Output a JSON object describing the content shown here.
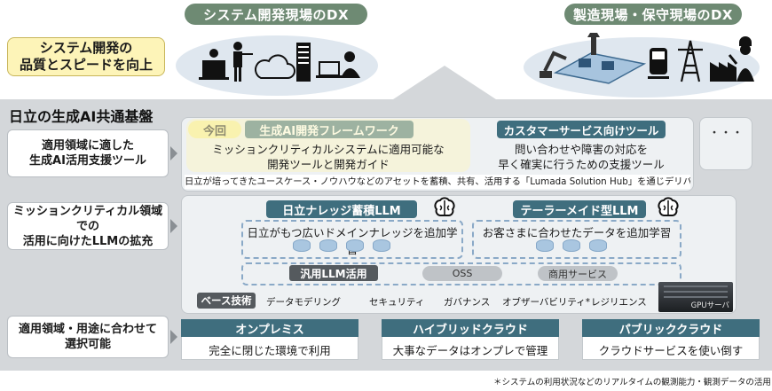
{
  "top": {
    "left_pill": "システム開発現場のDX",
    "right_pill": "製造現場・保守現場のDX",
    "callout_line1": "システム開発の",
    "callout_line2": "品質とスピードを向上"
  },
  "platform": {
    "title": "日立の生成AI共通基盤"
  },
  "rows": {
    "row1_label_line1": "適用領域に適した",
    "row1_label_line2": "生成AI活用支援ツール",
    "row2_label_line1": "ミッションクリティカル領域での",
    "row2_label_line2": "活用に向けたLLMの拡充",
    "row3_label_line1": "適用領域・用途に合わせて",
    "row3_label_line2": "選択可能"
  },
  "tools": {
    "now_badge": "今回",
    "framework_title": "生成AI開発フレームワーク",
    "framework_desc_line1": "ミッションクリティカルシステムに適用可能な",
    "framework_desc_line2": "開発ツールと開発ガイド",
    "cs_title": "カスタマーサービス向けツール",
    "cs_desc_line1": "問い合わせや障害の対応を",
    "cs_desc_line2": "早く確実に行うための支援ツール",
    "more": "・・・",
    "delivery_note": "日立が培ってきたユースケース・ノウハウなどのアセットを蓄積、共有、活用する「Lumada Solution Hub」を通じデリバリー"
  },
  "llm": {
    "knowledge_title": "日立ナレッジ蓄積LLM",
    "knowledge_desc": "日立がもつ広いドメインナレッジを追加学習",
    "tailor_title": "テーラーメイド型LLM",
    "tailor_desc": "お客さまに合わせたデータを追加学習",
    "general_title": "汎用LLM活用",
    "oss": "OSS",
    "commercial": "商用サービス",
    "base_tech_label": "ベース技術",
    "tech_items": [
      "データモデリング",
      "セキュリティ",
      "ガバナンス",
      "オブザーバビリティ*",
      "レジリエンス"
    ],
    "gpu_label": "GPUサーバ"
  },
  "deploy": [
    {
      "title": "オンプレミス",
      "desc": "完全に閉じた環境で利用"
    },
    {
      "title": "ハイブリッドクラウド",
      "desc": "大事なデータはオンプレで管理"
    },
    {
      "title": "パブリッククラウド",
      "desc": "クラウドサービスを使い倒す"
    }
  ],
  "footnote": "＊システムの利用状況などのリアルタイムの観測能力・観測データの活用",
  "colors": {
    "teal": "#3f6e7e",
    "top_pill": "#6e8a73",
    "platform_bg": "#d4d7da",
    "callout": "#fdf4b8",
    "highlight": "#f7ef9a"
  }
}
